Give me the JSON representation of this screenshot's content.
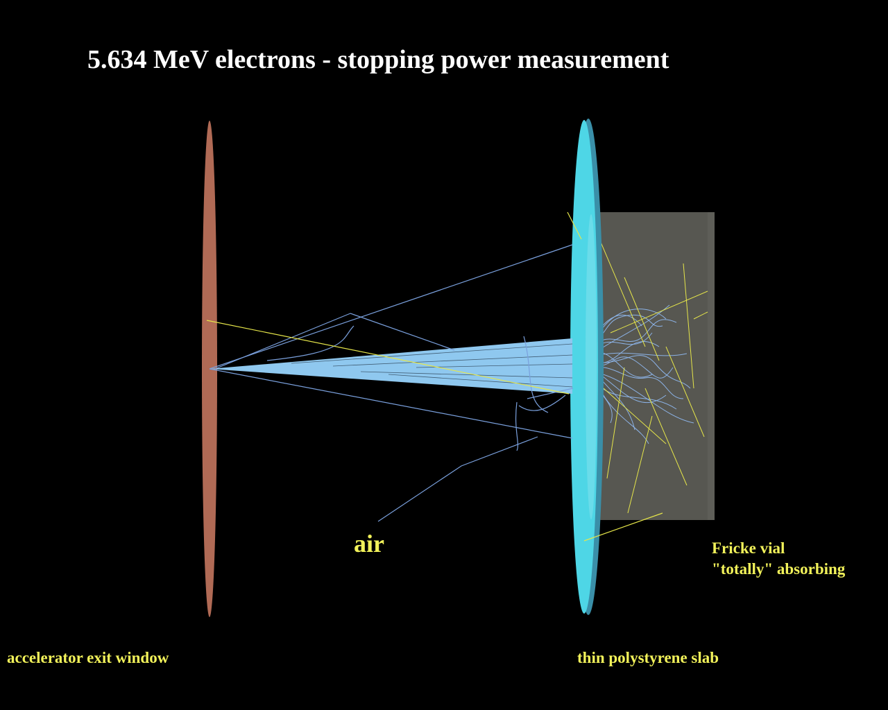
{
  "title": "5.634 MeV electrons - stopping power measurement",
  "labels": {
    "air": "air",
    "fricke_line1": "Fricke vial",
    "fricke_line2": "\"totally\" absorbing",
    "exit_window": "accelerator exit window",
    "slab": "thin polystyrene slab"
  },
  "colors": {
    "background": "#000000",
    "title_text": "#ffffff",
    "label_text": "#f2f25a",
    "exit_window": "#b06a55",
    "slab": "#4ed6e6",
    "vial": "#707068",
    "electron_tracks": "#8fb8ef",
    "photon_tracks": "#e6e64a"
  }
}
